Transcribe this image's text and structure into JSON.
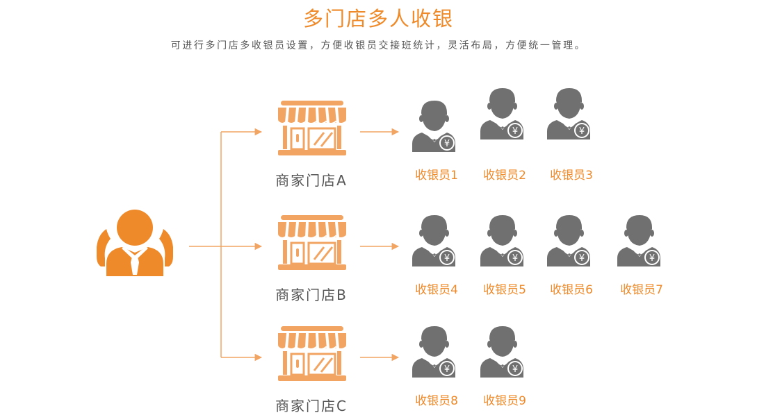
{
  "header": {
    "title": "多门店多人收银",
    "subtitle": "可进行多门店多收银员设置，方便收银员交接班统计，灵活布局，方便统一管理。"
  },
  "colors": {
    "accent": "#ef8a2a",
    "store": "#f2a562",
    "cashier": "#707070",
    "line": "#f2a562"
  },
  "icons": {
    "owner": "manager-icon",
    "store": "storefront-icon",
    "cashier": "cashier-icon"
  },
  "stores": [
    {
      "label": "商家门店A",
      "cashiers": [
        "收银员1",
        "收银员2",
        "收银员3"
      ]
    },
    {
      "label": "商家门店B",
      "cashiers": [
        "收银员4",
        "收银员5",
        "收银员6",
        "收银员7"
      ]
    },
    {
      "label": "商家门店C",
      "cashiers": [
        "收银员8",
        "收银员9"
      ]
    }
  ]
}
